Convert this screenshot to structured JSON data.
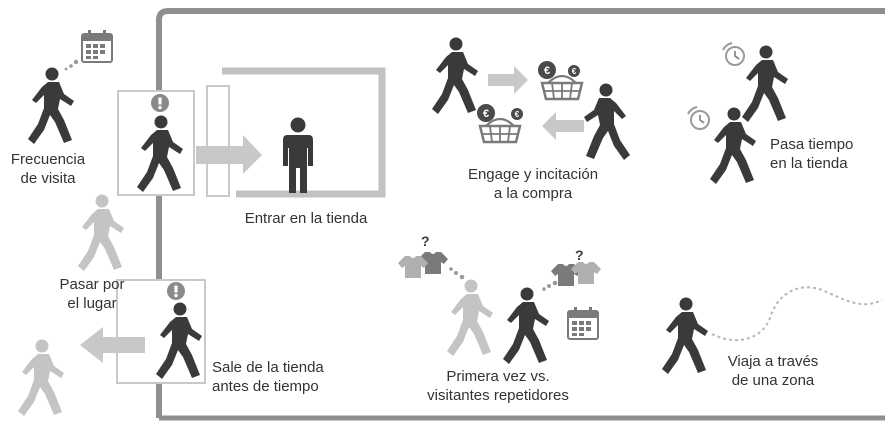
{
  "colors": {
    "figure_dark": "#3a3a3a",
    "figure_light": "#c4c4c4",
    "border": "#8f8f8f",
    "arrow": "#c8c8c8",
    "text": "#333333"
  },
  "icons": [
    "calendar-icon",
    "alert-icon",
    "euro-coin-icon",
    "shopping-basket-icon",
    "clock-icon",
    "tshirt-icon",
    "question-mark-icon"
  ],
  "labels": {
    "visit_frequency": "Frecuencia\nde visita",
    "enter_store": "Entrar en la tienda",
    "pass_by": "Pasar por\nel lugar",
    "leave_early": "Sale de la tienda\nantes de tiempo",
    "engage": "Engage y incitación\na la compra",
    "dwell_time": "Pasa tiempo\nen la tienda",
    "first_vs_repeat": "Primera vez vs.\nvisitantes repetidores",
    "travel_zone": "Viaja a través\nde una zona"
  }
}
